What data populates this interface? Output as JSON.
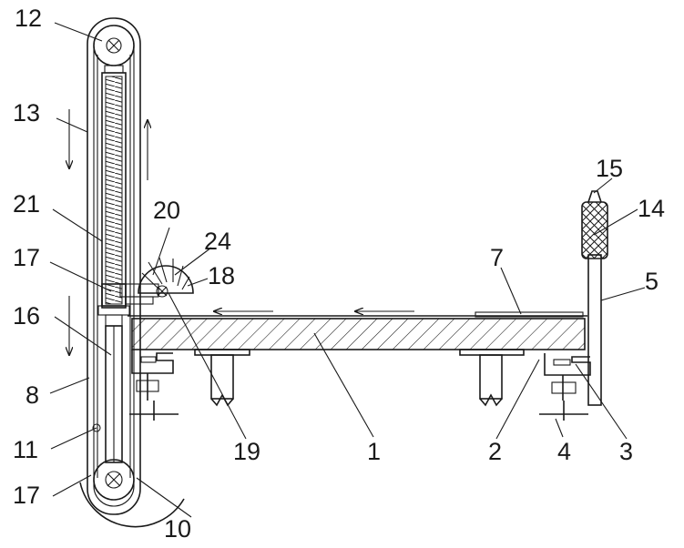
{
  "diagram": {
    "labels": {
      "n1": "1",
      "n2": "2",
      "n3": "3",
      "n4": "4",
      "n5": "5",
      "n7": "7",
      "n8": "8",
      "n10": "10",
      "n11": "11",
      "n12": "12",
      "n13": "13",
      "n14": "14",
      "n15": "15",
      "n16": "16",
      "n17a": "17",
      "n17b": "17",
      "n18": "18",
      "n19": "19",
      "n20": "20",
      "n21": "21",
      "n24": "24"
    },
    "colors": {
      "ink": "#1a1a1a",
      "background": "#ffffff"
    }
  }
}
